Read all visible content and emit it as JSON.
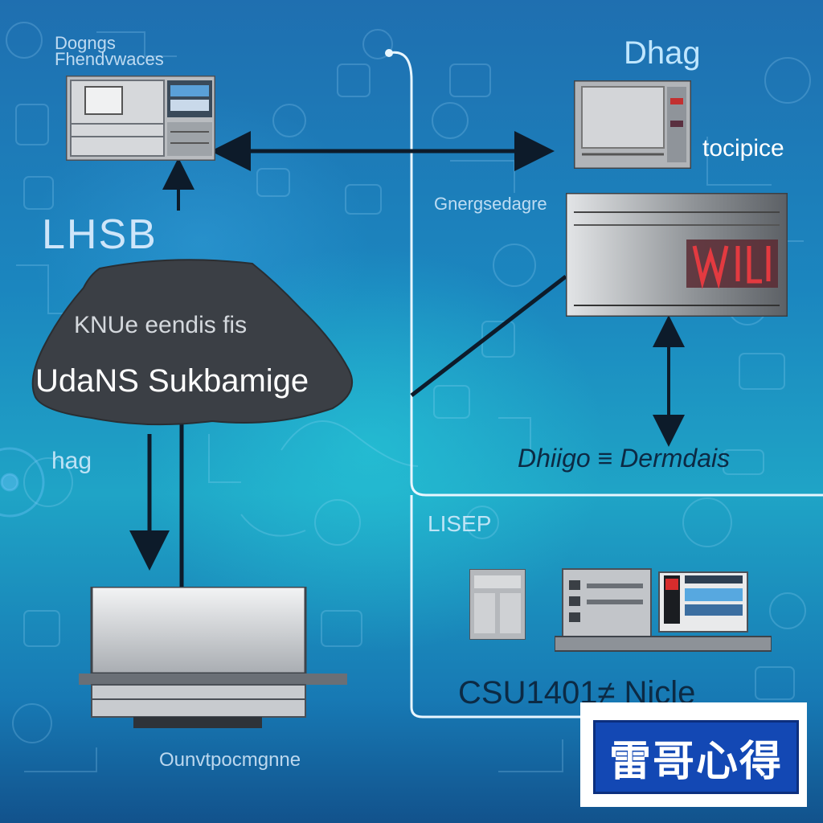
{
  "labels": {
    "top_left_small_1": "Dogngs",
    "top_left_small_2": "Fhendvwaces",
    "top_right_title": "Dhag",
    "right_device": "tocipice",
    "right_mid_small": "Gnergsedagre",
    "left_mid_big": "LHSB",
    "blob_line_1": "KNUe eendis fis",
    "blob_title": "UdaNS Sukbamige",
    "right_middle_label": "Dhiigo ≡ Dermdais",
    "left_small_mid": "hag",
    "lower_mid_small": "LISEP",
    "bottom_right_label": "CSU1401≠ Nicle",
    "bottom_left_small": "Ounvtpocmgnne",
    "badge_text": "雷哥心得"
  },
  "colors": {
    "background_top": "#1f6fb0",
    "background_glow": "#28d2dc",
    "blob": "#3b3f45",
    "connector_dark": "#0d1b2a",
    "connector_light": "#e8f6ff",
    "badge_blue": "#1348b4"
  }
}
